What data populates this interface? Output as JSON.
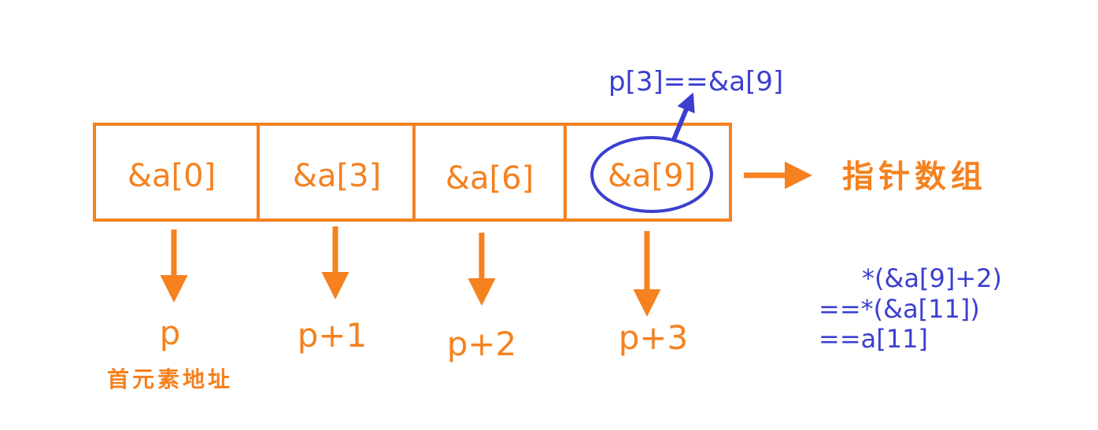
{
  "colors": {
    "orange": "#f5811f",
    "blue": "#3b3fd0"
  },
  "array_cells": [
    "&a[0]",
    "&a[3]",
    "&a[6]",
    "&a[9]"
  ],
  "array_label": "指针数组",
  "pointers": [
    "p",
    "p+1",
    "p+2",
    "p+3"
  ],
  "first_element_label": "首元素地址",
  "highlight_note": "p[3]==&a[9]",
  "derivation_lines": [
    "*(&a[9]+2)",
    "==*(&a[11])",
    "==a[11]"
  ]
}
